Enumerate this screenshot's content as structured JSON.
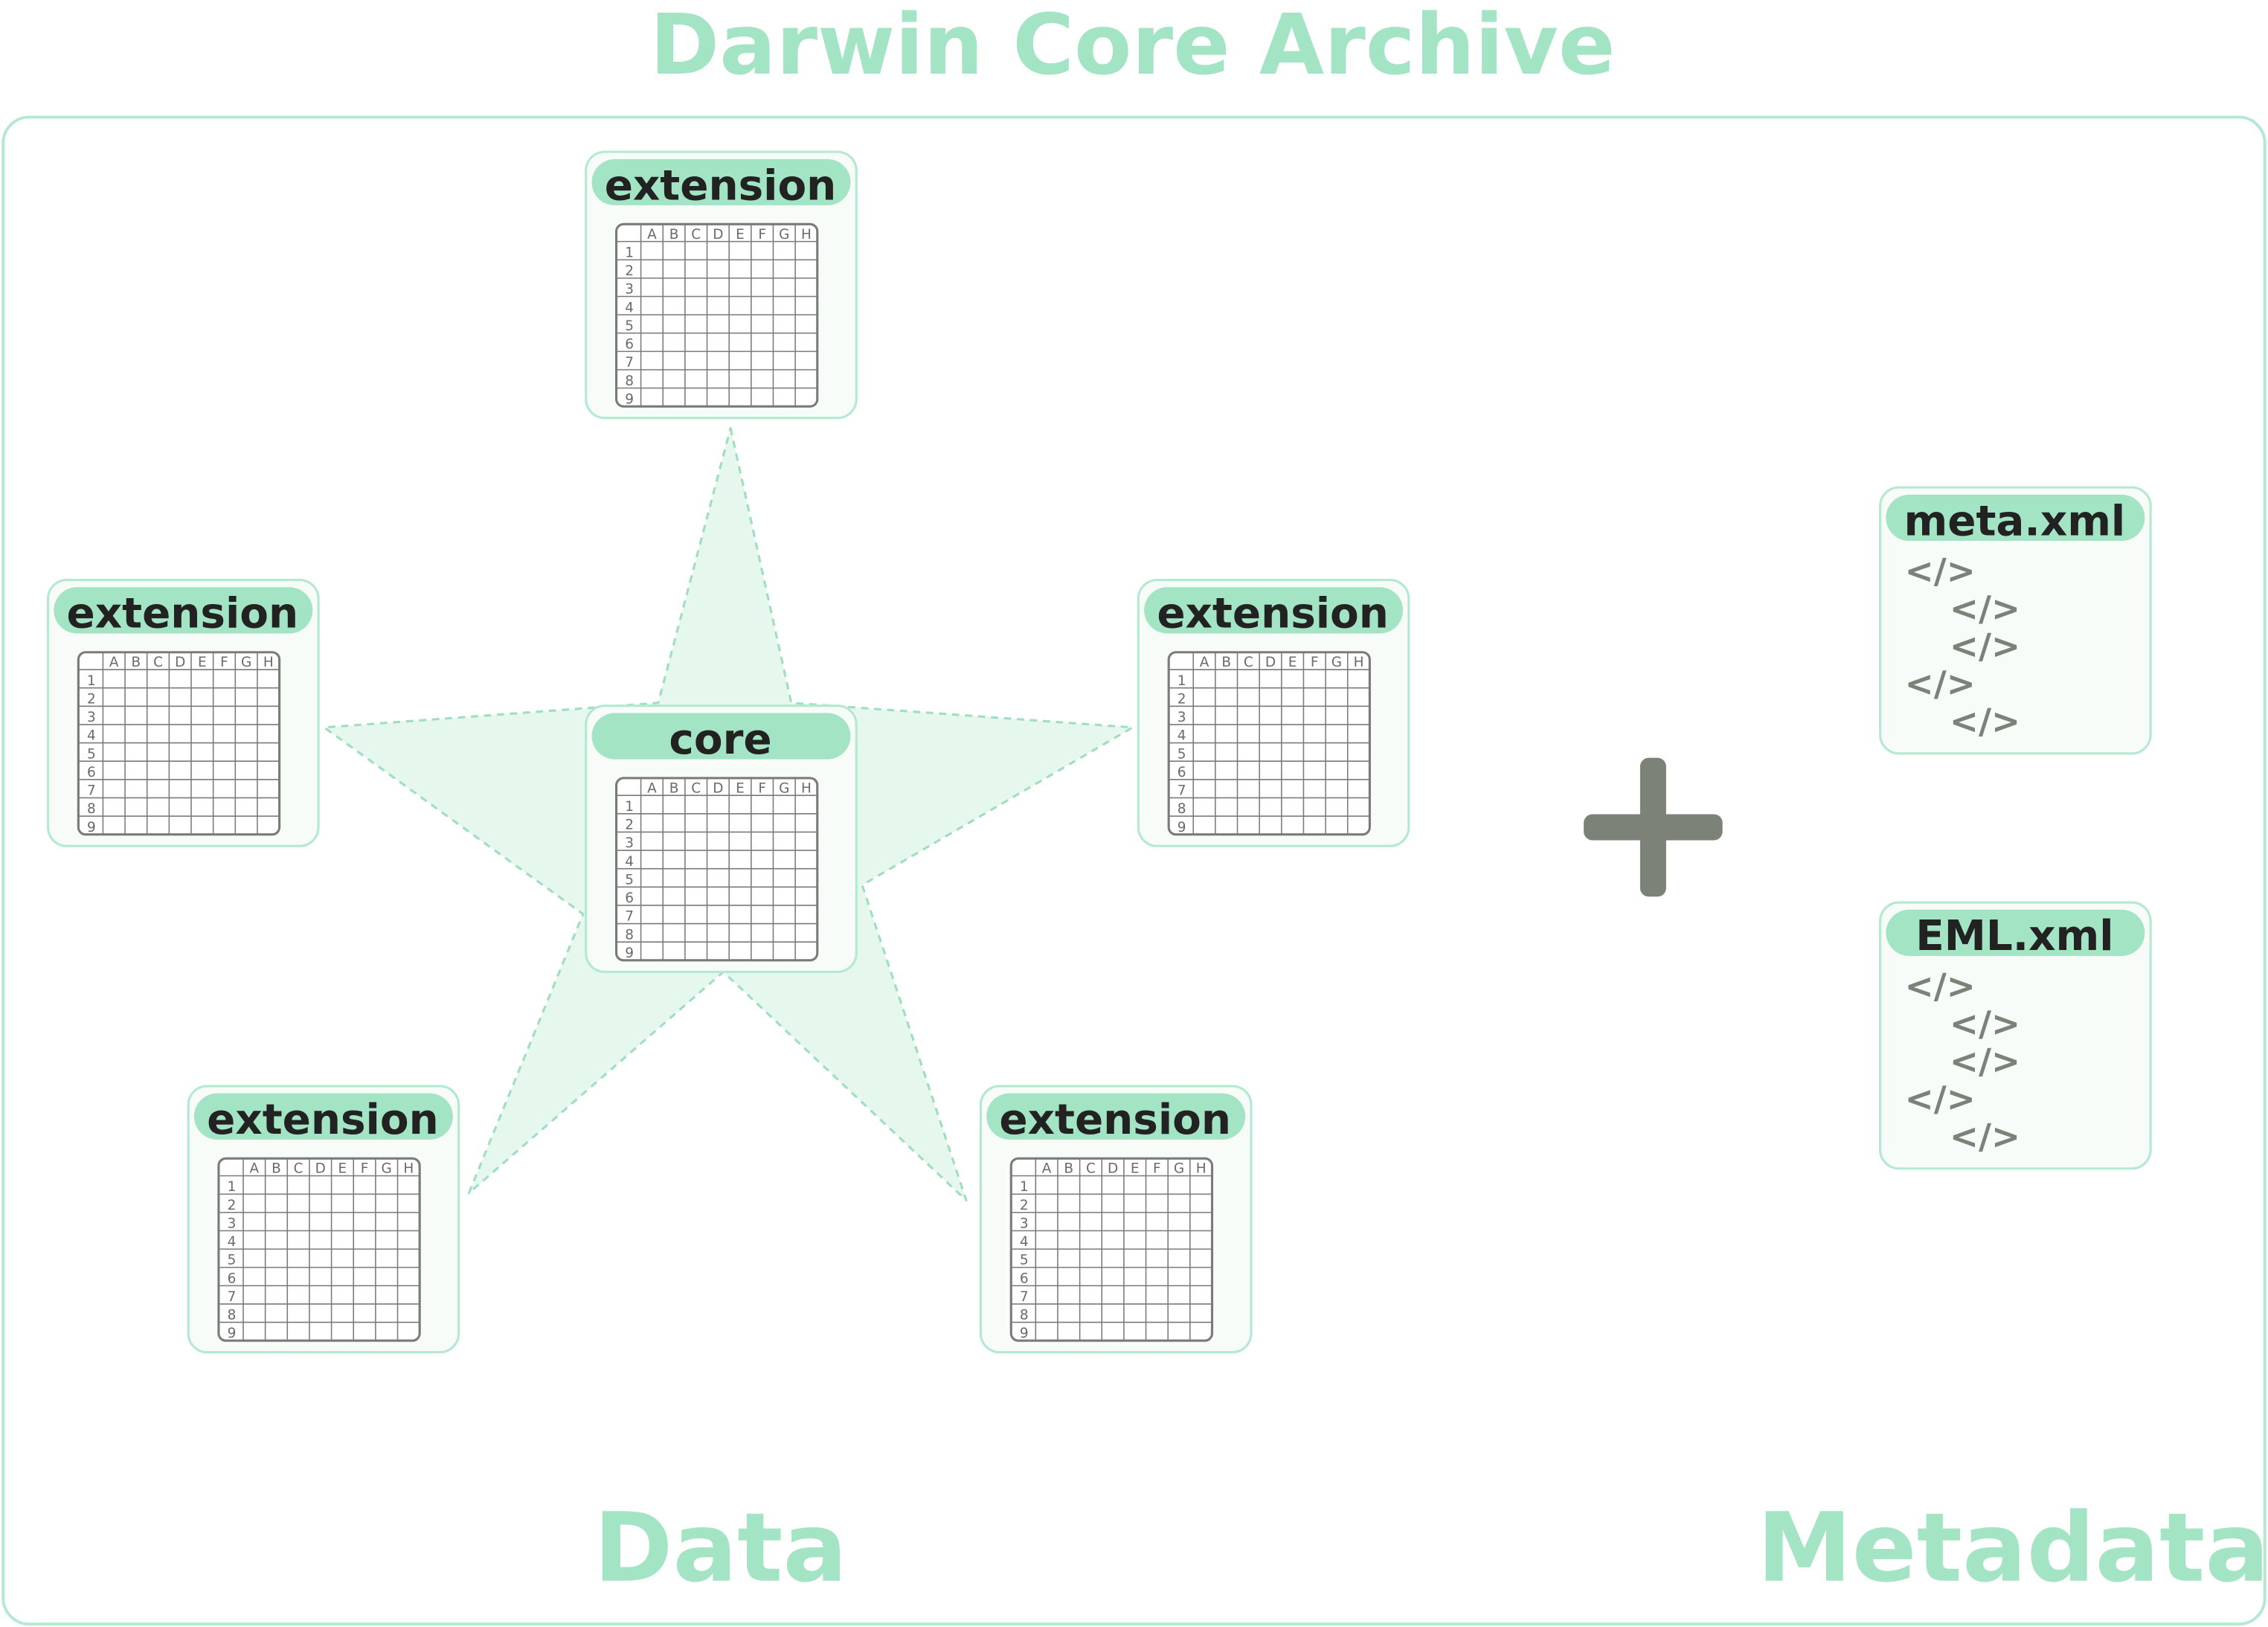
{
  "title": "Darwin Core Archive",
  "labels": {
    "data": "Data",
    "metadata": "Metadata"
  },
  "colors": {
    "accent": "#a3e4c4",
    "border": "#b2e9cf",
    "card_fill": "#f7fcf9",
    "star_fill": "#e6f7ee",
    "text_dark": "#222222",
    "grid": "#7a7a7a",
    "plus": "#7d8279"
  },
  "grid": {
    "columns": [
      "A",
      "B",
      "C",
      "D",
      "E",
      "F",
      "G",
      "H"
    ],
    "rows": [
      "1",
      "2",
      "3",
      "4",
      "5",
      "6",
      "7",
      "8",
      "9"
    ]
  },
  "data_files": [
    {
      "role": "extension",
      "label": "extension"
    },
    {
      "role": "extension",
      "label": "extension"
    },
    {
      "role": "core",
      "label": "core"
    },
    {
      "role": "extension",
      "label": "extension"
    },
    {
      "role": "extension",
      "label": "extension"
    },
    {
      "role": "extension",
      "label": "extension"
    }
  ],
  "metadata_files": [
    {
      "label": "meta.xml",
      "lines": [
        "</>",
        "</>",
        "</>",
        "</>",
        "</>"
      ]
    },
    {
      "label": "EML.xml",
      "lines": [
        "</>",
        "</>",
        "</>",
        "</>",
        "</>"
      ]
    }
  ],
  "icons": {
    "combine": "plus-icon",
    "code": "code-tag-icon"
  }
}
